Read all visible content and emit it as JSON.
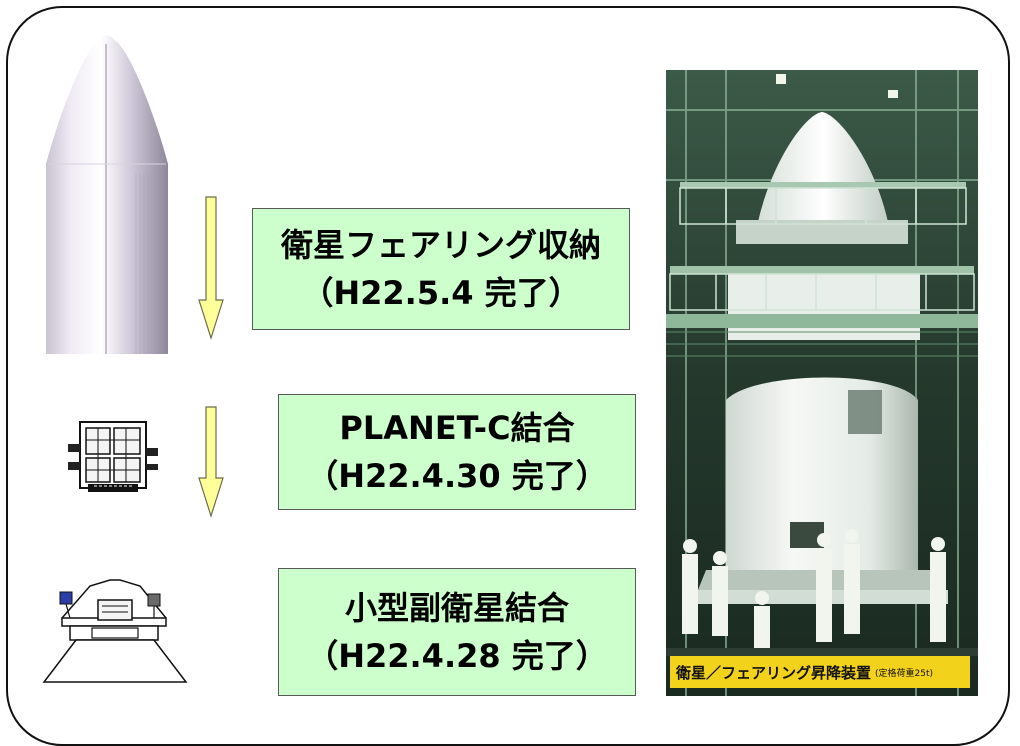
{
  "steps": [
    {
      "title": "衛星フェアリング収納",
      "status": "（H22.5.4 完了）"
    },
    {
      "title": "PLANET-C結合",
      "status": "（H22.4.30 完了）"
    },
    {
      "title": "小型副衛星結合",
      "status": "（H22.4.28 完了）"
    }
  ],
  "photo": {
    "banner": "衛星／フェアリング昇降装置",
    "banner_note": "(定格荷重25t)"
  },
  "colors": {
    "box_fill": "#ccffcc",
    "arrow_fill": "#ffff99",
    "frame": "#111111"
  },
  "icons": [
    "fairing-icon",
    "satellite-icon",
    "adapter-icon",
    "down-arrow-icon"
  ]
}
